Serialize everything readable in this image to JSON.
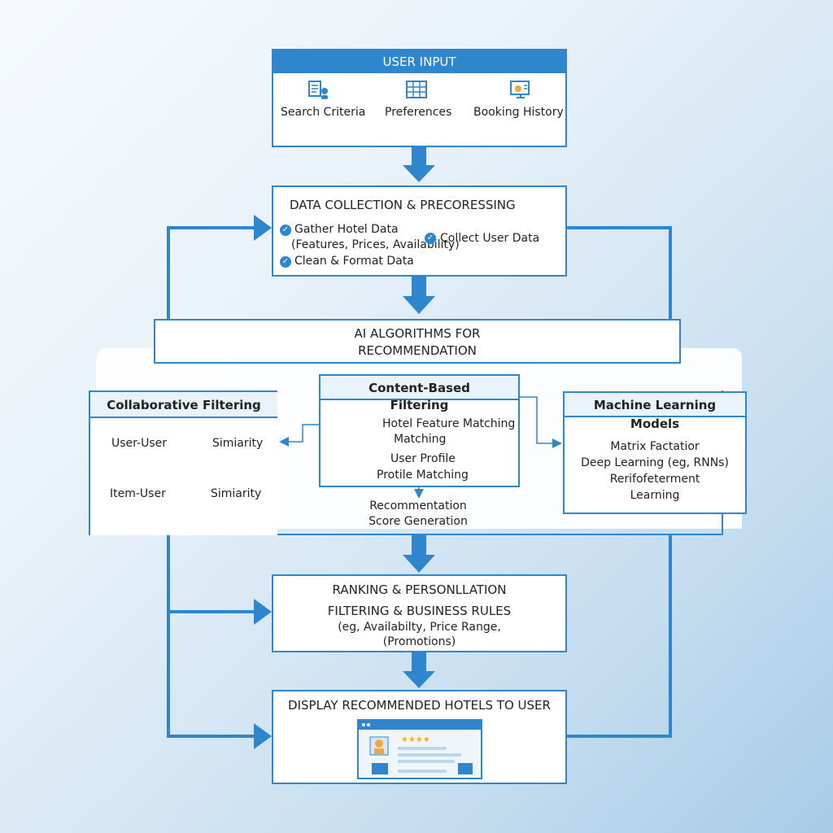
{
  "colors": {
    "accent": "#2f86cc",
    "background": "#d9e8f5",
    "box": "#ffffff"
  },
  "user_input": {
    "title": "USER INPUT",
    "items": [
      {
        "label": "Search Criteria",
        "icon": "search-criteria-icon"
      },
      {
        "label": "Preferences",
        "icon": "preferences-icon"
      },
      {
        "label": "Booking History",
        "icon": "booking-history-icon"
      }
    ]
  },
  "data_collection": {
    "title": "DATA COLLECTION & PRECORESSING",
    "items": [
      "Gather Hotel Data",
      "(Features, Prices, Availability)",
      "Collect User Data",
      "Clean & Format Data"
    ]
  },
  "ai_algorithms": {
    "line1": "AI ALGORITHMS FOR",
    "line2": "RECOMMENDATION"
  },
  "collaborative": {
    "title": "Collaborative Filtering",
    "user_user": "User-User",
    "item_user": "Item-User",
    "similarity_1": "Simiarity",
    "similarity_2": "Simiarity"
  },
  "content_based": {
    "title_line1": "Content-Based",
    "title_line2": "Filtering",
    "feature_line1": "Hotel Feature Matching",
    "feature_line2": "Matching",
    "profile_line1": "User Profile",
    "profile_line2": "Protile Matching"
  },
  "score": {
    "line1": "Recommentation",
    "line2": "Score Generation"
  },
  "machine_learning": {
    "title_line1": "Machine Learning",
    "title_line2": "Models",
    "items": [
      "Matrix Factatior",
      "Deep Learning (eg, RNNs)",
      "Rerifofeterment",
      "Learning"
    ]
  },
  "ranking": {
    "line1": "RANKING & PERSONLLATION",
    "line2": "FILTERING & BUSINESS RULES",
    "line3": "(eg, Availabilty, Price Range,",
    "line4": "(Promotions)"
  },
  "display": {
    "title": "DISPLAY RECOMMENDED HOTELS TO USER",
    "icon": "hotel-listing-screen-icon"
  }
}
